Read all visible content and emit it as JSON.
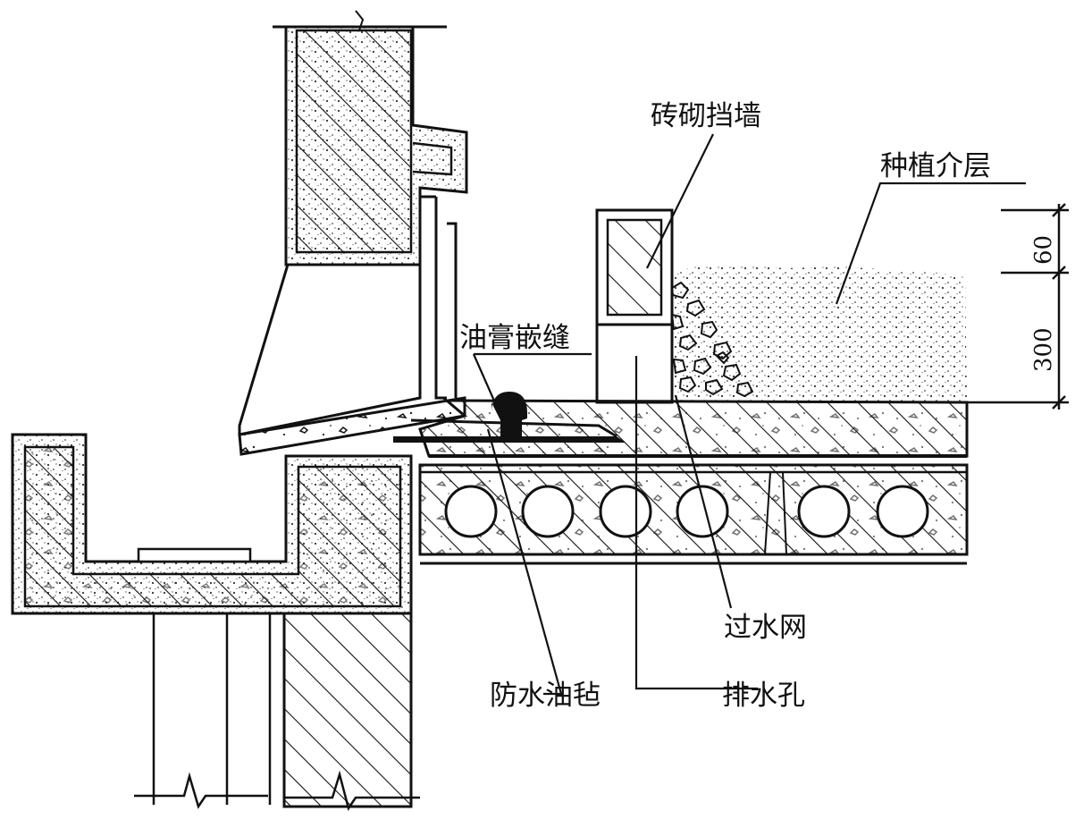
{
  "labels": {
    "brick_retaining_wall": "砖砌挡墙",
    "planting_medium_layer": "种植介层",
    "sealant_joint": "油膏嵌缝",
    "filter_mesh": "过水网",
    "waterproof_felt": "防水油毡",
    "drain_hole": "排水孔"
  },
  "dimensions": {
    "upper": "60",
    "lower": "300"
  }
}
